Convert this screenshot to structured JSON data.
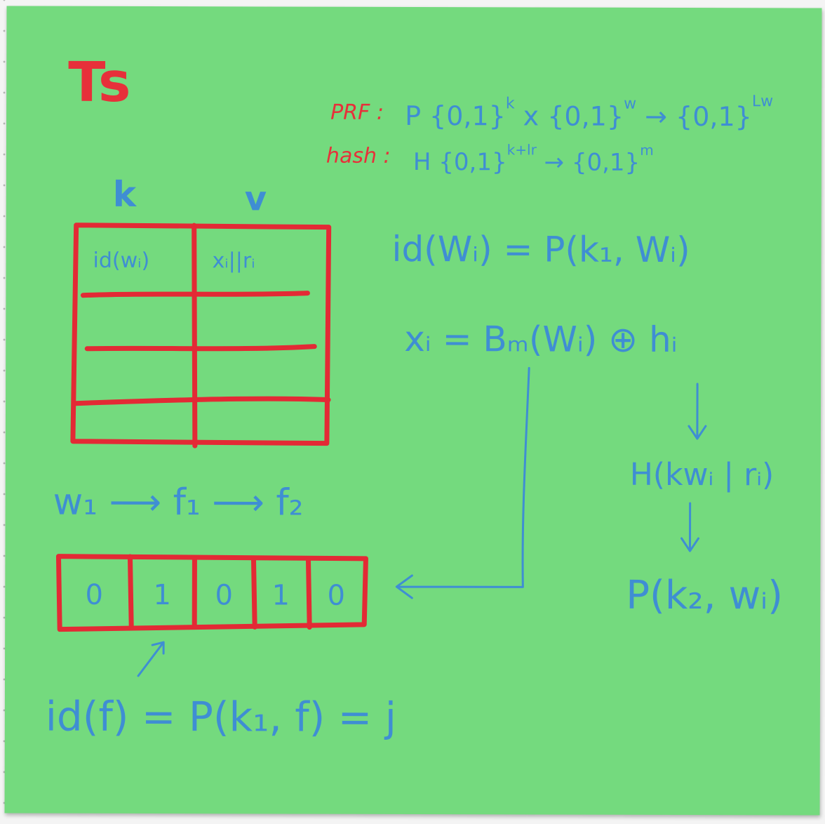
{
  "title": "Ts",
  "definitions": [
    {
      "label": "PRF :",
      "expr": "P  {0,1}",
      "sup1": "k",
      "mid": " x {0,1}",
      "sup2": "w",
      "arrow": " → {0,1}",
      "sup3": "Lw"
    },
    {
      "label": "hash :",
      "expr": "H  {0,1}",
      "sup1": "k+lr",
      "arrow": " → {0,1}",
      "sup3": "m"
    }
  ],
  "table": {
    "col_k": "k",
    "col_v": "v",
    "cell_key": "id(wᵢ)",
    "cell_value": "xᵢ||rᵢ"
  },
  "equations": {
    "id_w": "id(Wᵢ) = P(k₁, Wᵢ)",
    "x_i": "xᵢ = Bₘ(Wᵢ) ⊕ hᵢ",
    "hash": "H(kwᵢ | rᵢ)",
    "prf2": "P(k₂, wᵢ)"
  },
  "chain": "w₁ ⟶ f₁ ⟶ f₂",
  "bit_array": [
    "0",
    "1",
    "0",
    "1",
    "0"
  ],
  "id_f": "id(f) = P(k₁, f) = j",
  "colors": {
    "note_bg": "#74da7e",
    "ink_blue": "#3f8ed3",
    "ink_red": "#e7303a"
  }
}
